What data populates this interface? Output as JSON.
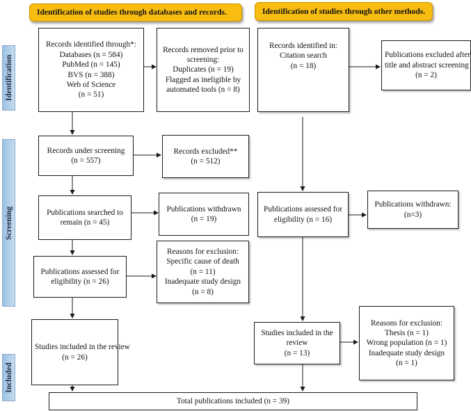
{
  "headers": {
    "left": "Identification of studies through databases and records.",
    "right": "Identification of studies through other methods."
  },
  "stages": {
    "identification": "Identification",
    "screening": "Screening",
    "included": "Included"
  },
  "boxes": {
    "records_identified": [
      "Records identified through*:",
      "Databases (n = 584)",
      "PubMed (n = 145)",
      "BVS (n = 388)",
      "Web of Science",
      "(n = 51)"
    ],
    "records_removed": [
      "Records removed prior to",
      "screening:",
      "Duplicates (n = 19)",
      "Flagged as ineligible by",
      "automated tools (n = 8)"
    ],
    "records_identified_other": [
      "Records identified in:",
      "Citation search",
      "(n = 18)"
    ],
    "publications_excluded_title": [
      "Publications excluded after",
      "title and abstract screening",
      "(n = 2)"
    ],
    "records_under_screening": [
      "Records under screening",
      "(n = 557)"
    ],
    "records_excluded": [
      "Records excluded**",
      "(n = 512)"
    ],
    "publications_searched": [
      "Publications searched to",
      "remain (n = 45)"
    ],
    "publications_withdrawn_left": [
      "Publications withdrawn",
      "(n = 19)"
    ],
    "publications_assessed_other": [
      "Publications assessed for",
      "eligibility  (n = 16)"
    ],
    "publications_withdrawn_right": [
      "Publications withdrawn:",
      "(n=3)"
    ],
    "publications_assessed_left": [
      "Publications assessed for",
      "eligibility     (n = 26)"
    ],
    "reasons_exclusion_left": [
      "Reasons for exclusion:",
      "Specific cause of death",
      "(n = 11)",
      "Inadequate study design",
      "(n = 8)"
    ],
    "studies_included_left": [
      "Studies included in the review",
      "(n = 26)"
    ],
    "studies_included_right": [
      "Studies included in the",
      "review",
      "(n = 13)"
    ],
    "reasons_exclusion_right": [
      "Reasons for exclusion:",
      "Thesis (n = 1)",
      "Wrong population (n = 1)",
      "Inadequate study design",
      "(n = 1)"
    ],
    "total_included": [
      "Total publications included (n = 39)"
    ]
  },
  "colors": {
    "header_fill": "#f9bd11",
    "stage_fill": "#b4d0ec",
    "line": "#1a1a1a"
  }
}
